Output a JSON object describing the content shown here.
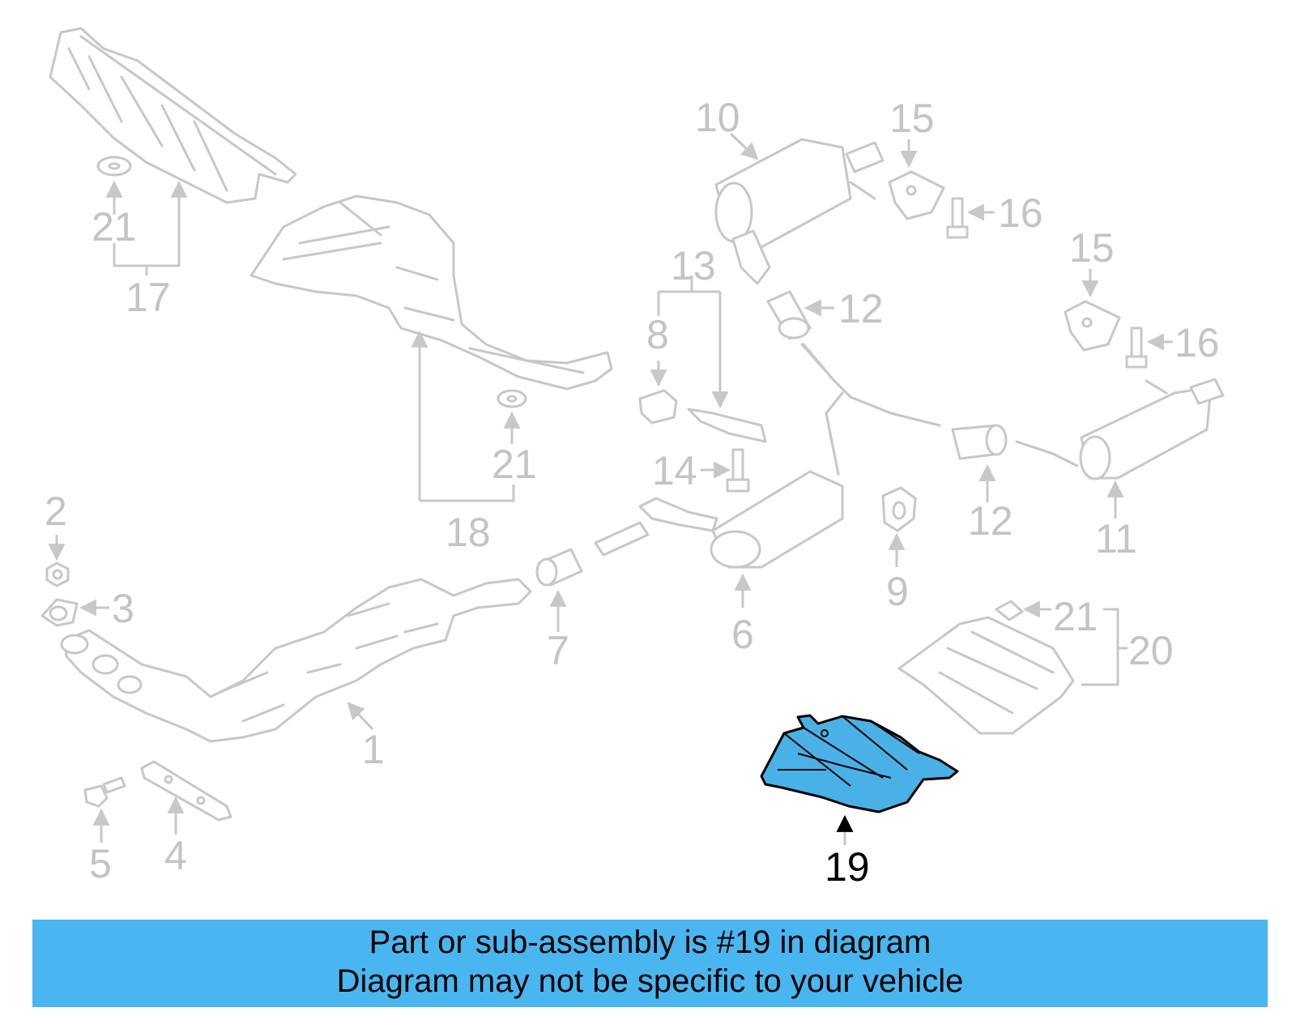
{
  "diagram": {
    "highlight_color": "#4ab6f0",
    "highlighted_part": "19",
    "callouts": {
      "c1": "1",
      "c2": "2",
      "c3": "3",
      "c4": "4",
      "c5": "5",
      "c6": "6",
      "c7": "7",
      "c8": "8",
      "c9": "9",
      "c10": "10",
      "c11": "11",
      "c12a": "12",
      "c12b": "12",
      "c13": "13",
      "c14": "14",
      "c15a": "15",
      "c15b": "15",
      "c16a": "16",
      "c16b": "16",
      "c17": "17",
      "c18": "18",
      "c19": "19",
      "c20": "20",
      "c21a": "21",
      "c21b": "21",
      "c21c": "21"
    }
  },
  "banner": {
    "line1": "Part or sub-assembly is #19 in diagram",
    "line2": "Diagram may not be specific to your vehicle"
  }
}
